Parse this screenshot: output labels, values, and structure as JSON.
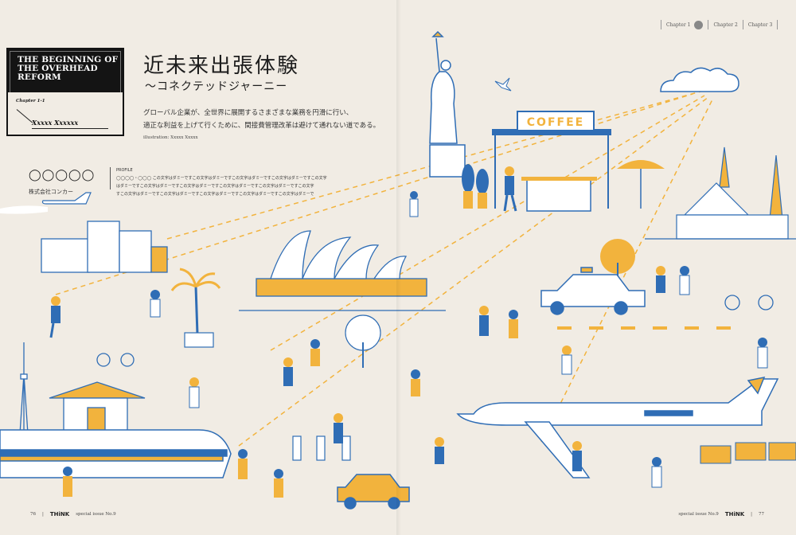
{
  "nav": {
    "chapter1": "Chapter 1",
    "chapter2": "Chapter 2",
    "chapter3": "Chapter 3"
  },
  "title_box": {
    "english_title": "THE BEGINNING OF THE OVERHEAD REFORM",
    "chapter_label": "Chapter 1-1",
    "author": "Xxxxx Xxxxxx"
  },
  "heading": {
    "title": "近未来出張体験",
    "subtitle": "〜コネクテッドジャーニー"
  },
  "lead": {
    "line1": "グローバル企業が、全世界に展開するさまざまな業務を円滑に行い、",
    "line2": "適正な利益を上げて行くために、間接費管理改革は避けて通れない道である。"
  },
  "credit": "illustration: Xxxxx Xxxxx",
  "profile": {
    "name": "◯◯◯◯◯",
    "company": "株式会社コンカー",
    "label": "PROFILE",
    "line1": "◯◯◯◯・◯◯◯ この文字はダミーですこの文字はダミーですこの文字はダミーですこの文字はダミーですこの文字",
    "line2": "はダミーですこの文字はダミーですこの文字はダミーですこの文字はダミーですこの文字はダミーですこの文字",
    "line3": "すこの文字はダミーですこの文字はダミーですこの文字はダミーですこの文字はダミーですこの文字はダミーで"
  },
  "illustration": {
    "coffee_sign": "COFFEE"
  },
  "footer": {
    "left_page": "76",
    "left_logo": "THiNK",
    "left_issue": "special issue No.9",
    "right_issue": "special issue No.9",
    "right_logo": "THiNK",
    "right_page": "77"
  },
  "colors": {
    "background": "#f1ece4",
    "blue": "#2f6db5",
    "yellow": "#f2b33d",
    "ink": "#1d1d1d"
  }
}
